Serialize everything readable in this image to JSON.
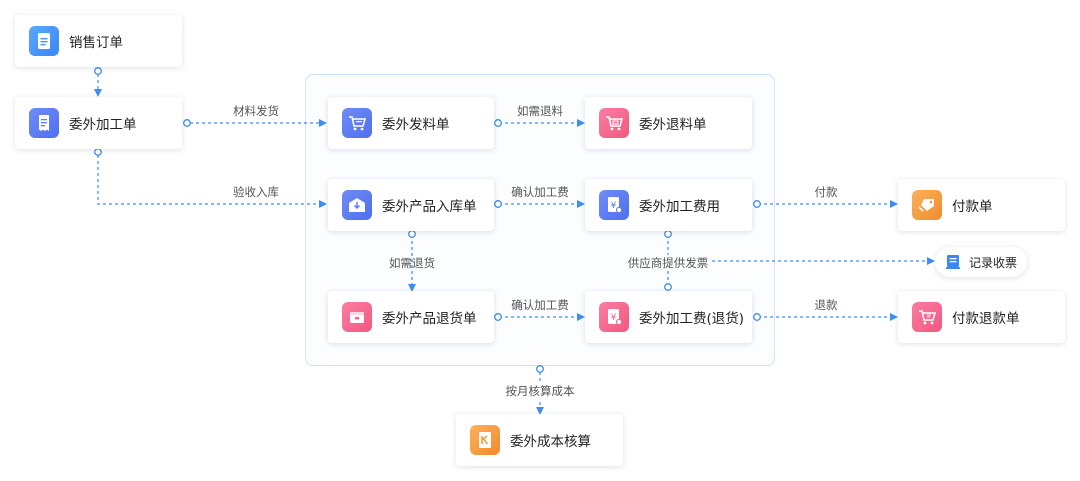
{
  "nodes": {
    "sales_order": "销售订单",
    "outsource_order": "委外加工单",
    "outsource_issue": "委外发料单",
    "outsource_return_material": "委外退料单",
    "outsource_receipt": "委外产品入库单",
    "outsource_fee": "委外加工费用",
    "payment": "付款单",
    "outsource_product_return": "委外产品退货单",
    "outsource_fee_return": "委外加工费(退货)",
    "refund_payment": "付款退款单",
    "cost_accounting": "委外成本核算",
    "record_invoice": "记录收票"
  },
  "edges": {
    "material_issue": "材料发货",
    "if_return_material": "如需退料",
    "inspect_receipt": "验收入库",
    "confirm_fee_1": "确认加工费",
    "pay": "付款",
    "if_return_goods": "如需退货",
    "supplier_invoice": "供应商提供发票",
    "confirm_fee_2": "确认加工费",
    "refund": "退款",
    "monthly_cost": "按月核算成本"
  },
  "icons": {
    "sales_order": "document-icon",
    "outsource_order": "receipt-icon",
    "outsource_issue": "cart-list-icon",
    "outsource_return_material": "cart-return-icon",
    "outsource_receipt": "warehouse-in-icon",
    "outsource_fee": "yen-doc-icon",
    "payment": "tag-hand-icon",
    "outsource_product_return": "box-return-icon",
    "outsource_fee_return": "yen-doc-return-icon",
    "refund_payment": "cart-refund-icon",
    "cost_accounting": "cost-doc-icon",
    "record_invoice": "invoice-list-icon"
  },
  "colors": {
    "edge": "#3d8ef0",
    "group_border": "#cfe3fb",
    "blue": "#5b7bf3",
    "sky": "#4495fa",
    "pink": "#f5648c",
    "orange": "#f4993e"
  }
}
